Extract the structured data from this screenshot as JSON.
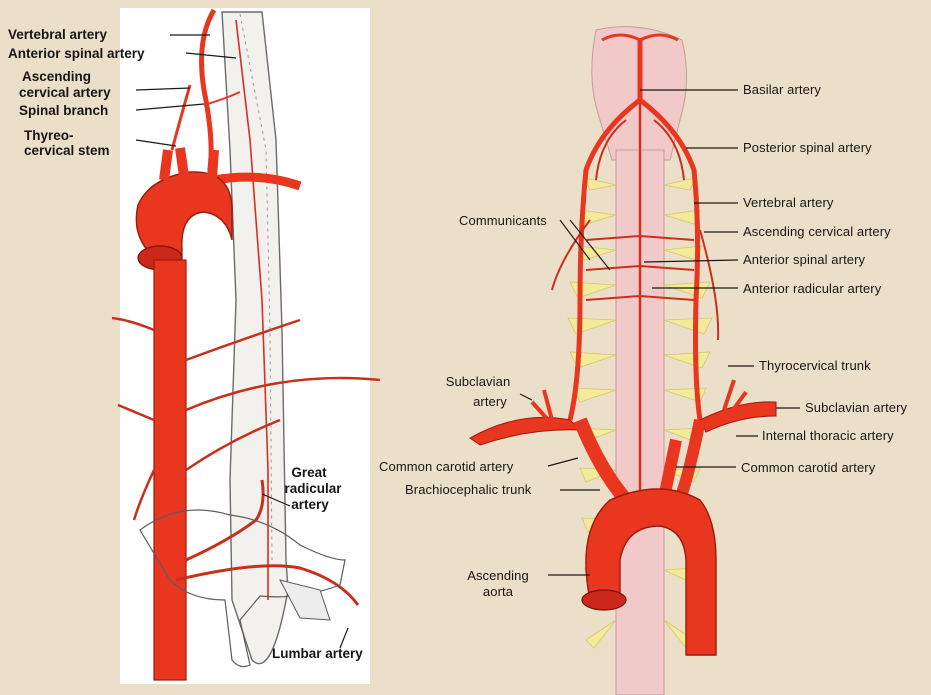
{
  "left_figure": {
    "labels": {
      "vertebral_artery": "Vertebral artery",
      "anterior_spinal_artery": "Anterior spinal artery",
      "ascending_cervical_artery_line1": "Ascending",
      "ascending_cervical_artery_line2": "cervical artery",
      "spinal_branch": "Spinal branch",
      "thyreocervical_stem_line1": "Thyreo-",
      "thyreocervical_stem_line2": "cervical stem",
      "great_radicular_artery_line1": "Great",
      "great_radicular_artery_line2": "radicular",
      "great_radicular_artery_line3": "artery",
      "lumbar_artery": "Lumbar artery"
    }
  },
  "right_figure": {
    "labels": {
      "basilar_artery": "Basilar artery",
      "posterior_spinal_artery": "Posterior spinal artery",
      "vertebral_artery": "Vertebral artery",
      "communicants": "Communicants",
      "ascending_cervical_artery": "Ascending cervical artery",
      "anterior_spinal_artery": "Anterior spinal artery",
      "anterior_radicular_artery": "Anterior radicular artery",
      "thyrocervical_trunk": "Thyrocervical trunk",
      "subclavian_artery_left_line1": "Subclavian",
      "subclavian_artery_left_line2": "artery",
      "subclavian_artery_right": "Subclavian artery",
      "internal_thoracic_artery": "Internal thoracic artery",
      "common_carotid_artery_left": "Common carotid artery",
      "common_carotid_artery_right": "Common carotid artery",
      "brachiocephalic_trunk": "Brachiocephalic trunk",
      "ascending_aorta_line1": "Ascending",
      "ascending_aorta_line2": "aorta"
    }
  },
  "colors": {
    "background": "#ecdfc9",
    "artery_red": "#e8361f",
    "artery_outline": "#9c1a0c",
    "spinal_cord_pink": "#f2c9c9",
    "nerve_yellow": "#f3ea9a",
    "leader_line": "#1a1a1a"
  }
}
